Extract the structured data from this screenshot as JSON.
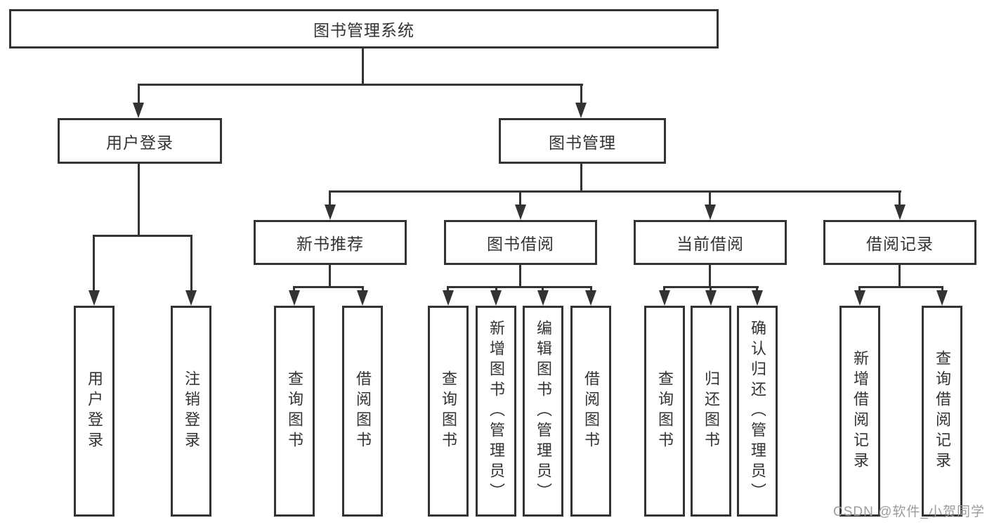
{
  "tree": {
    "root": "图书管理系统",
    "user": {
      "label": "用户登录",
      "children": [
        "用户登录",
        "注销登录"
      ]
    },
    "mgmt": {
      "label": "图书管理",
      "groups": [
        {
          "label": "新书推荐",
          "children": [
            "查询图书",
            "借阅图书"
          ]
        },
        {
          "label": "图书借阅",
          "children": [
            "查询图书",
            "新增图书（管理员）",
            "编辑图书（管理员）",
            "借阅图书"
          ]
        },
        {
          "label": "当前借阅",
          "children": [
            "查询图书",
            "归还图书",
            "确认归还（管理员）"
          ]
        },
        {
          "label": "借阅记录",
          "children": [
            "新增借阅记录",
            "查询借阅记录"
          ]
        }
      ]
    }
  },
  "watermark": "CSDN @软件_小贺同学",
  "colors": {
    "line": "#333333",
    "border": "#333333",
    "text": "#333333",
    "watermark": "#9c9c9c",
    "background": "#ffffff"
  }
}
